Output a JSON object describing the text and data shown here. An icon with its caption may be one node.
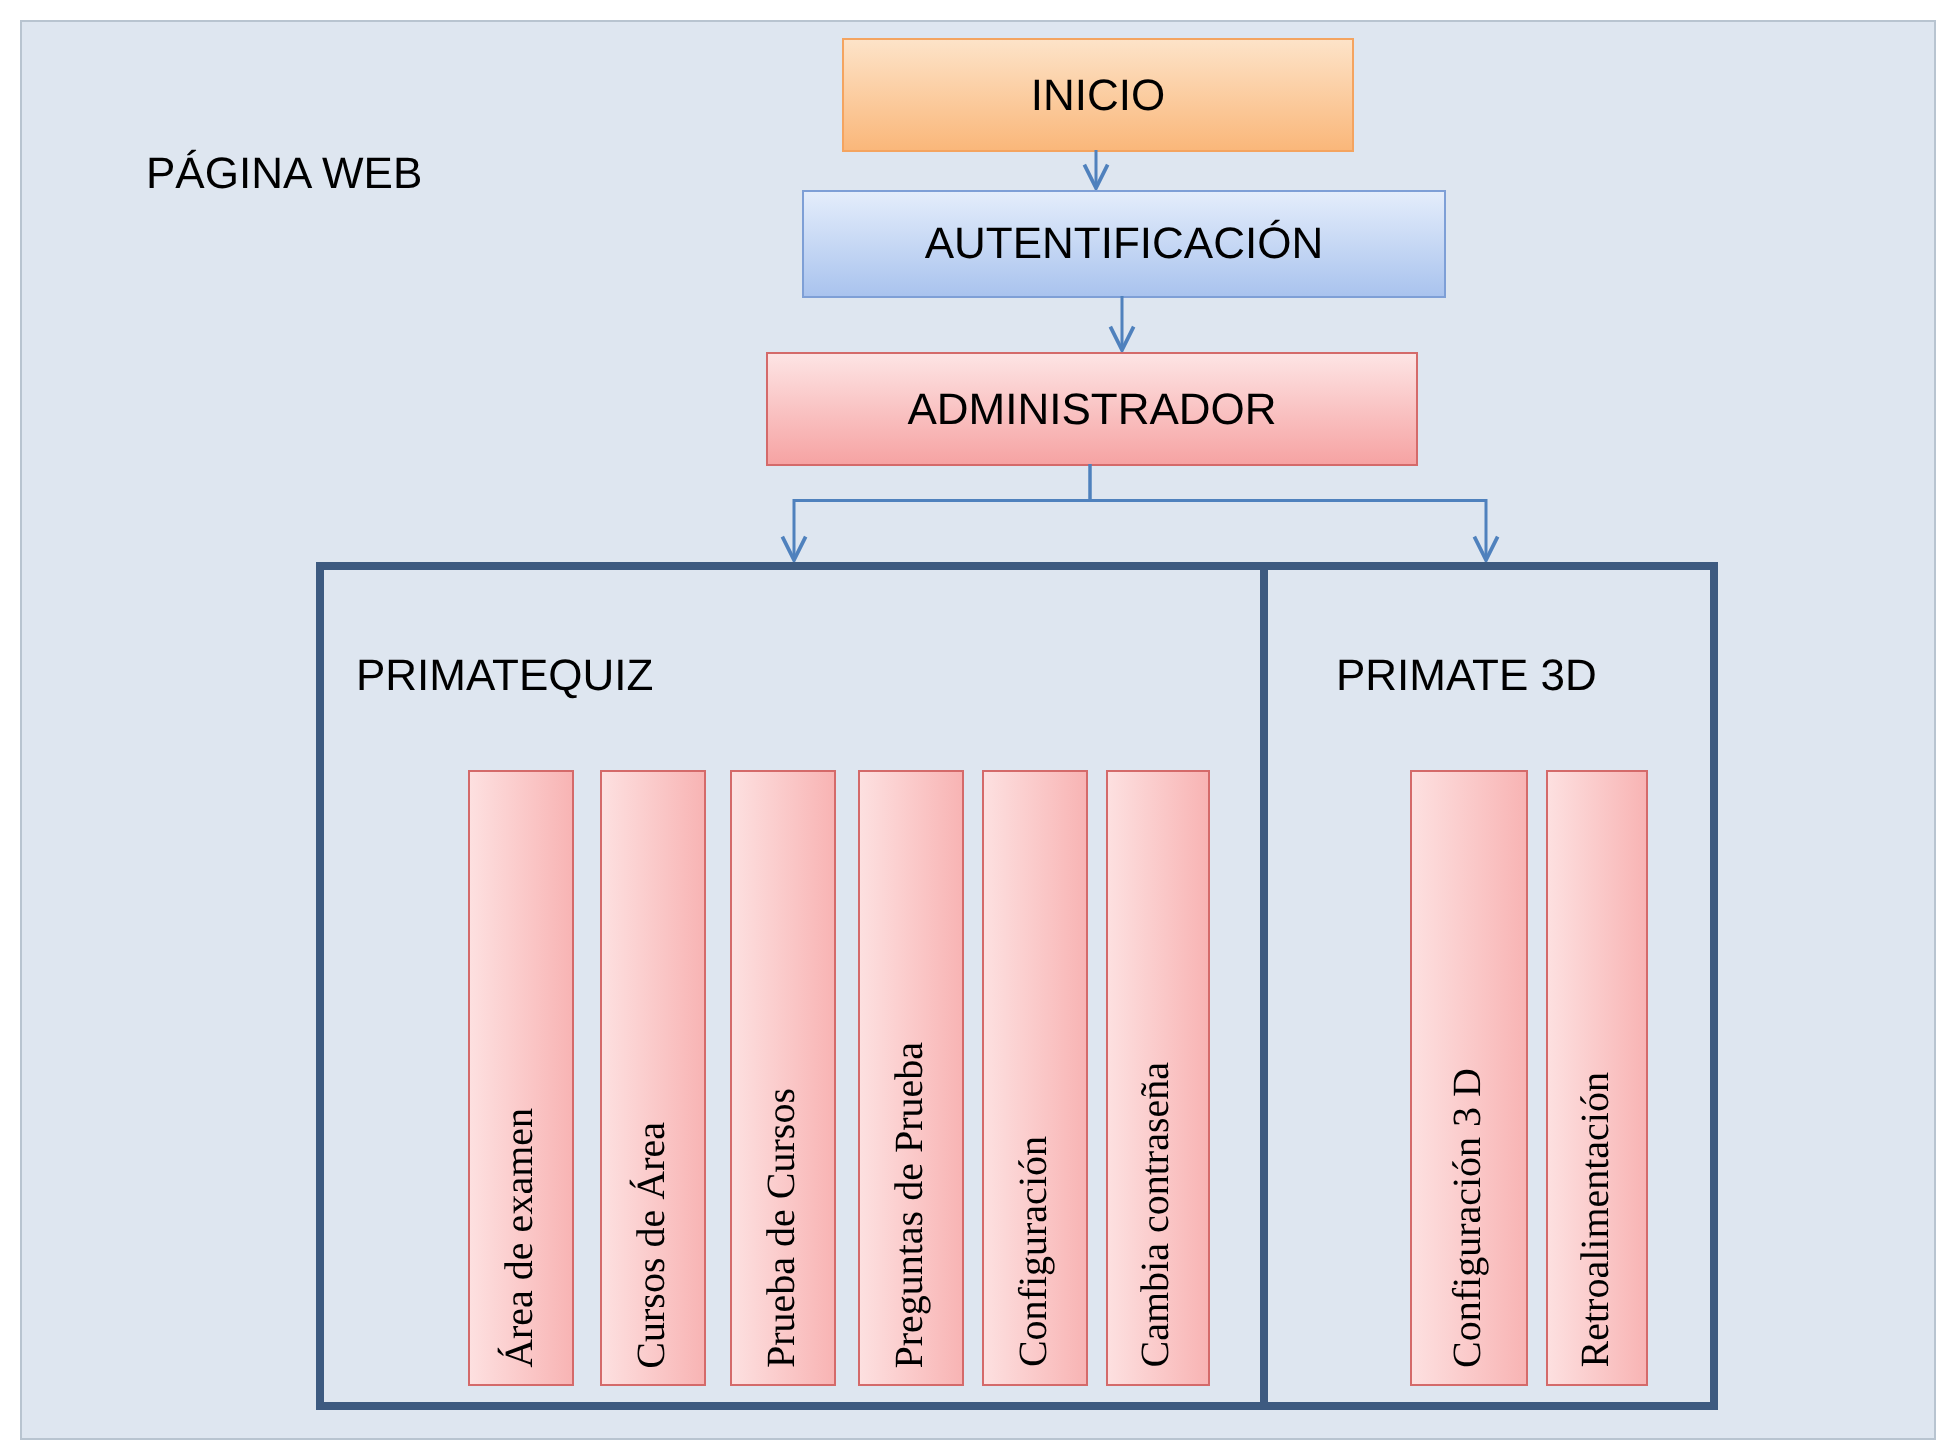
{
  "diagram": {
    "nodes": [
      {
        "text": [
          "PÁGINA WEB"
        ]
      },
      {
        "text": [
          "INICIO"
        ],
        "in": 0
      },
      {
        "text": [
          "AUTENTIFICACIÓN"
        ],
        "in": 0
      },
      {
        "text": [
          "ADMINISTRADOR"
        ],
        "in": 0
      },
      {
        "text": [
          "PRIMATEQUIZ"
        ],
        "in": 0
      },
      {
        "text": [
          "PRIMATE 3D"
        ],
        "in": 0
      },
      {
        "text": [
          "Área de examen"
        ],
        "in": 4
      },
      {
        "text": [
          "Cursos de Área"
        ],
        "in": 4
      },
      {
        "text": [
          "Prueba de Cursos"
        ],
        "in": 4
      },
      {
        "text": [
          "Preguntas de Prueba"
        ],
        "in": 4
      },
      {
        "text": [
          "Configuración"
        ],
        "in": 4
      },
      {
        "text": [
          "Cambia contraseña"
        ],
        "in": 4
      },
      {
        "text": [
          "Configuración 3 D"
        ],
        "in": 5
      },
      {
        "text": [
          "Retroalimentación"
        ],
        "in": 5
      }
    ],
    "edges": [
      {
        "from": 1,
        "to": 2,
        "arrow": "to"
      },
      {
        "from": 2,
        "to": 3,
        "arrow": "to"
      },
      {
        "from": 3,
        "to": 4,
        "arrow": "to"
      },
      {
        "from": 3,
        "to": 5,
        "arrow": "to"
      }
    ]
  }
}
